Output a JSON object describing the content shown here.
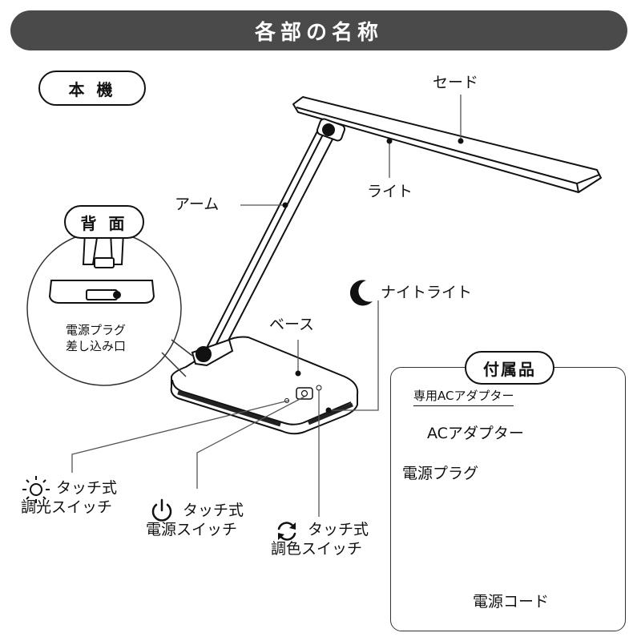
{
  "header": {
    "title": "各部の名称"
  },
  "sections": {
    "main_unit": "本 機",
    "back": "背 面",
    "accessories": "付属品"
  },
  "labels": {
    "shade": "セード",
    "light": "ライト",
    "arm": "アーム",
    "night_light": "ナイトライト",
    "base": "ベース",
    "power_plug_inlet_line1": "電源プラグ",
    "power_plug_inlet_line2": "差し込み口",
    "touch_dimmer_line1": "タッチ式",
    "touch_dimmer_line2": "調光スイッチ",
    "touch_power_line1": "タッチ式",
    "touch_power_line2": "電源スイッチ",
    "touch_color_line1": "タッチ式",
    "touch_color_line2": "調色スイッチ"
  },
  "accessories": {
    "subtitle": "専用ACアダプター",
    "ac_adapter": "ACアダプター",
    "power_plug": "電源プラグ",
    "power_cord": "電源コード"
  },
  "icons": [
    "sun-icon",
    "power-icon",
    "refresh-icon",
    "moon-icon"
  ]
}
